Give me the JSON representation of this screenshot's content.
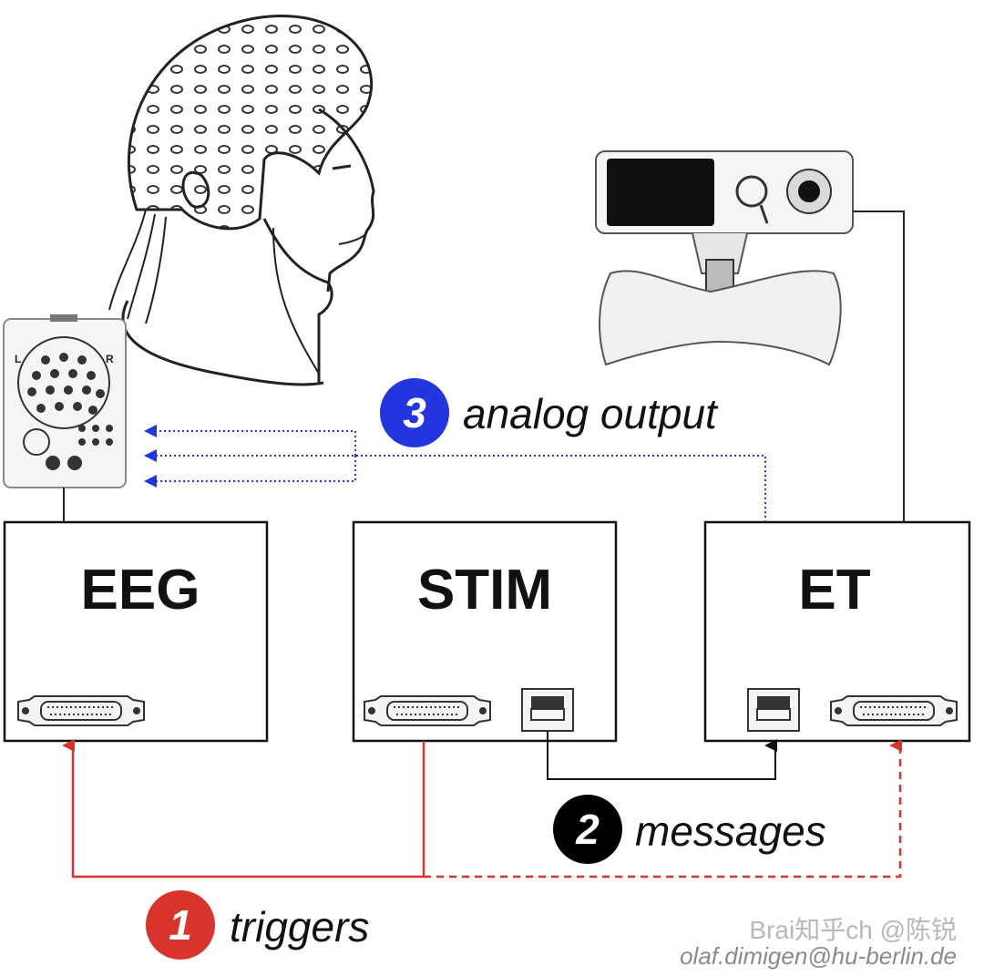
{
  "boxes": {
    "eeg": "EEG",
    "stim": "STIM",
    "et": "ET"
  },
  "steps": [
    {
      "number": "1",
      "label": "triggers",
      "color": "#d9342b"
    },
    {
      "number": "2",
      "label": "messages",
      "color": "#000000"
    },
    {
      "number": "3",
      "label": "analog output",
      "color": "#2335e0"
    }
  ],
  "amplifier": {
    "left_label": "L",
    "right_label": "R"
  },
  "credit": "olaf.dimigen@hu-berlin.de",
  "watermark": "Brai知乎ch @陈锐",
  "colors": {
    "trigger_line": "#d9342b",
    "message_line": "#111111",
    "analog_line": "#2335e0"
  }
}
